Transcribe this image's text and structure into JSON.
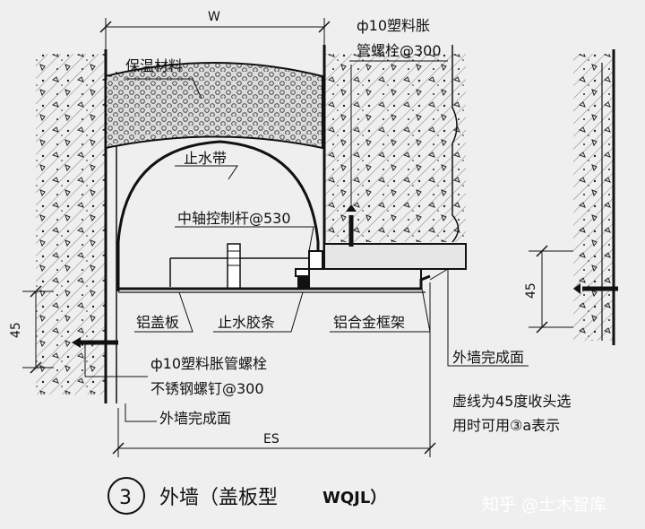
{
  "dimensions": {
    "w": "W",
    "es": "ES",
    "left_45": "45",
    "right_45": "45"
  },
  "labels": {
    "insulation": "保温材料",
    "waterstop_band": "止水带",
    "center_rod": "中轴控制杆@530",
    "top_anchor_line1": "ф10塑料胀",
    "top_anchor_line2": "管螺栓@300",
    "cover_plate": "铝盖板",
    "rubber_strip": "止水胶条",
    "alloy_frame": "铝合金框架",
    "anchor_bolt": "ф10塑料胀管螺栓",
    "screw": "不锈钢螺钉@300",
    "wall_finish_left": "外墙完成面",
    "wall_finish_right": "外墙完成面",
    "note_line1": "虚线为45度收头选",
    "note_line2": "用时可用③a表示"
  },
  "caption": {
    "number": "3",
    "title": "外墙（盖板型",
    "code": "WQJL）"
  },
  "watermark": "知乎 @土木智库",
  "colors": {
    "line": "#111111",
    "paper": "#efefef",
    "insulation_fill": "#d9d9d9"
  }
}
